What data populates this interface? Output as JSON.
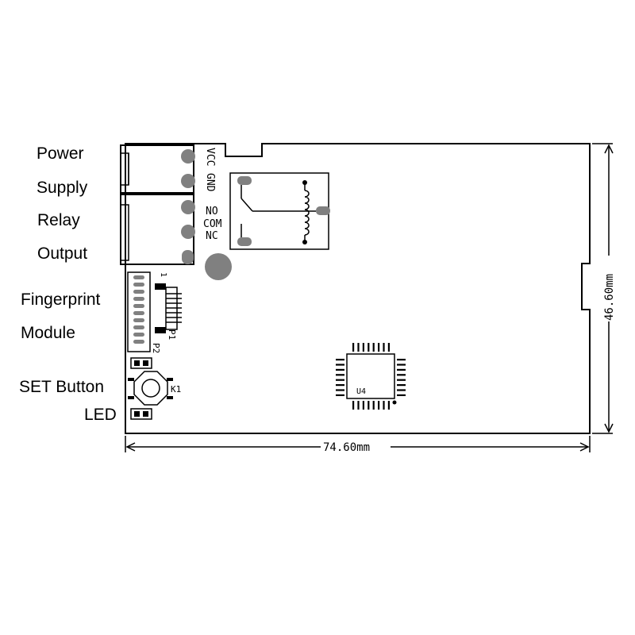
{
  "labels": {
    "power": "Power",
    "supply": "Supply",
    "relay": "Relay",
    "output": "Output",
    "fingerprint": "Fingerprint",
    "module": "Module",
    "set_button": "SET Button",
    "led": "LED"
  },
  "silkscreen": {
    "vcc": "VCC",
    "gnd": "GND",
    "no": "NO",
    "com": "COM",
    "nc": "NC",
    "pin1": "1",
    "p1": "P1",
    "p2": "P2",
    "k1": "K1",
    "u4": "U4"
  },
  "dimensions": {
    "width": "74.60mm",
    "height": "46.60mm"
  },
  "colors": {
    "outline": "#000000",
    "pad": "#808080",
    "background": "#ffffff"
  }
}
